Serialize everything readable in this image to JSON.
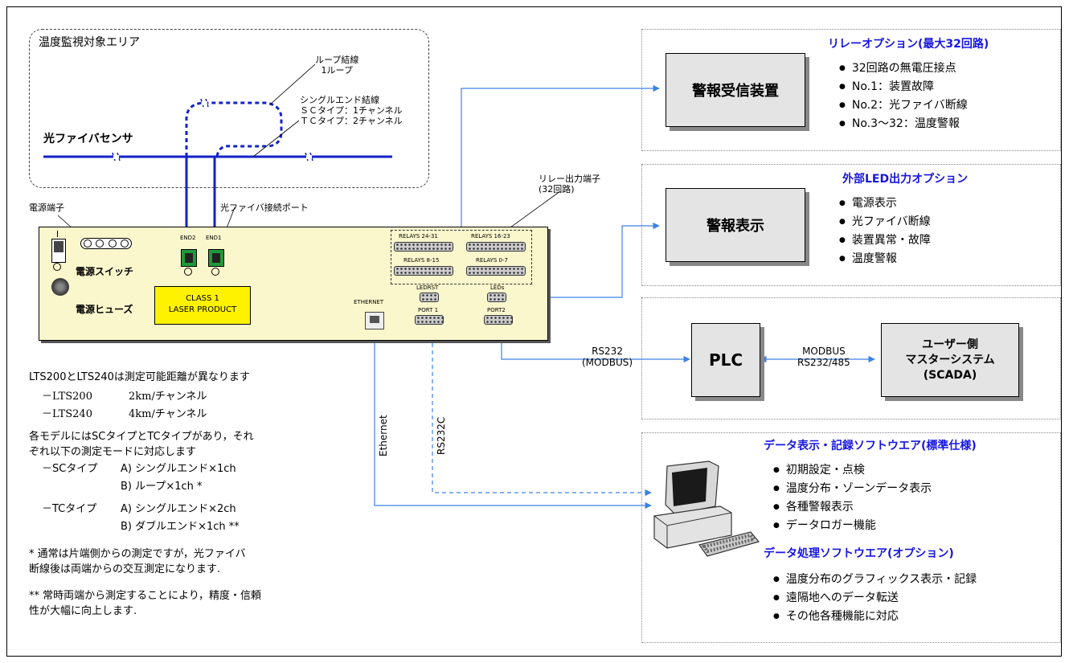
{
  "monitoring_area": {
    "title": "温度監視対象エリア",
    "sensor_label": "光ファイバセンサ",
    "loop_label": "ループ結線\n1ループ",
    "single_label": "シングルエンド結線\nＳＣタイプ：1チャンネル\nＴＣタイプ：2チャンネル"
  },
  "panel": {
    "power_terminal": "電源端子",
    "power_switch": "電源スイッチ",
    "power_fuse": "電源ヒューズ",
    "port_label": "光ファイバ接続ポート",
    "end2": "END2",
    "end1": "END1",
    "laser": "CLASS 1\nLASER PRODUCT",
    "relay_terminal": "リレー出力端子\n(32回路)",
    "relays": [
      "RELAYS 24-31",
      "RELAYS 16-23",
      "RELAYS 8-15",
      "RELAYS 0-7"
    ],
    "ledrst": "LEDRST",
    "leds": "LEDs",
    "ethernet": "ETHERNET",
    "port1": "PORT 1",
    "port2": "PORT2"
  },
  "alarm_receiver": {
    "box": "警報受信装置",
    "title": "リレーオプション(最大32回路)",
    "items": [
      "32回路の無電圧接点",
      "No.1：装置故障",
      "No.2：光ファイバ断線",
      "No.3～32：温度警報"
    ]
  },
  "alarm_display": {
    "box": "警報表示",
    "title": "外部LED出力オプション",
    "items": [
      "電源表示",
      "光ファイバ断線",
      "装置異常・故障",
      "温度警報"
    ]
  },
  "plc": {
    "box": "PLC",
    "rs232": "RS232\n(MODBUS)",
    "modbus": "MODBUS\nRS232/485",
    "master": "ユーザー側\nマスターシステム\n(SCADA)"
  },
  "software": {
    "title1": "データ表示・記録ソフトウエア(標準仕様)",
    "items1": [
      "初期設定・点検",
      "温度分布・ゾーンデータ表示",
      "各種警報表示",
      "データロガー機能"
    ],
    "title2": "データ処理ソフトウエア(オプション)",
    "items2": [
      "温度分布のグラフィックス表示・記録",
      "遠隔地へのデータ転送",
      "その他各種機能に対応"
    ],
    "ethernet_label": "Ethernet",
    "rs232c_label": "RS232C"
  },
  "notes": {
    "line1": "LTS200とLTS240は測定可能距離が異なります",
    "row_lts200": [
      "－LTS200",
      "2km/チャンネル"
    ],
    "row_lts240": [
      "－LTS240",
      "4km/チャンネル"
    ],
    "para1": "各モデルにはSCタイプとTCタイプがあり，それ\nぞれ以下の測定モードに対応します",
    "sc_type": "－SCタイプ",
    "sc_a": "A) シングルエンド×1ch",
    "sc_b": "B) ループ×1ch *",
    "tc_type": "－TCタイプ",
    "tc_a": "A) シングルエンド×2ch",
    "tc_b": "B) ダブルエンド×1ch **",
    "note1": "* 通常は片端側からの測定ですが，光ファイバ\n断線後は両端からの交互測定になります.",
    "note2": "** 常時両端から測定することにより，精度・信頼\n性が大幅に向上します."
  },
  "colors": {
    "link": "#3c82e6",
    "fiber": "#1222c8",
    "title_blue": "#1616e0",
    "panel": "#fbf7cd",
    "laser": "#fff200"
  }
}
